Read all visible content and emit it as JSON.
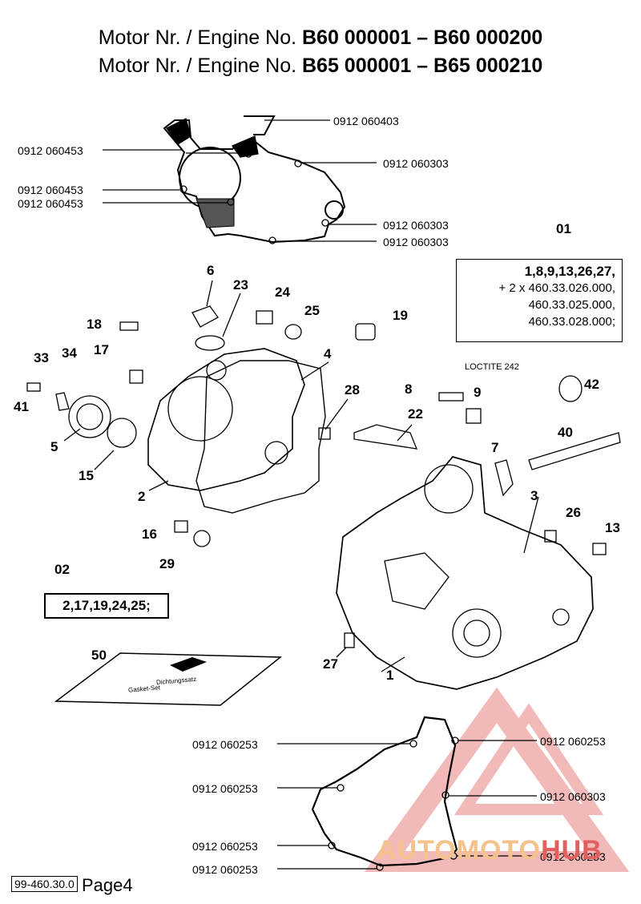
{
  "header": {
    "line1_prefix": "Motor Nr. / Engine No.",
    "line1_range": "B60 000001 – B60 000200",
    "line2_prefix": "Motor Nr. / Engine No.",
    "line2_range": "B65 000001 – B65 000210"
  },
  "top_gasket_labels": {
    "t1": "0912 060403",
    "t2": "0912 060453",
    "t3": "0912 060303",
    "t4": "0912 060453",
    "t5": "0912 060453",
    "t6": "0912 060303",
    "t7": "0912 060303"
  },
  "kit01": {
    "title": "01",
    "line1": "1,8,9,13,26,27,",
    "line2": "+ 2 x 460.33.026.000,",
    "line3": "460.33.025.000,",
    "line4": "460.33.028.000;"
  },
  "kit02": {
    "title": "02",
    "line1": "2,17,19,24,25;"
  },
  "loctite": "LOCTITE 242",
  "part_numbers": {
    "p6": "6",
    "p23": "23",
    "p24": "24",
    "p25": "25",
    "p19": "19",
    "p18": "18",
    "p33": "33",
    "p34": "34",
    "p17": "17",
    "p4": "4",
    "p41": "41",
    "p28": "28",
    "p8": "8",
    "p9": "9",
    "p42": "42",
    "p22": "22",
    "p5": "5",
    "p15": "15",
    "p40": "40",
    "p7": "7",
    "p2": "2",
    "p3": "3",
    "p26": "26",
    "p13": "13",
    "p16": "16",
    "p29": "29",
    "p50": "50",
    "p27": "27",
    "p1": "1"
  },
  "box_text": {
    "b1": "Dichtungssatz",
    "b2": "Gasket-Set"
  },
  "bottom_gasket_labels": {
    "b1": "0912 060253",
    "b2": "0912 060253",
    "b3": "0912 060253",
    "b4": "0912 060253",
    "b5": "0912 060253",
    "b6": "0912 060303",
    "b7": "0912 060253"
  },
  "watermark": {
    "text_a": "AUTOMOTO",
    "text_b": "HUB",
    "color_a": "#f5c28c",
    "color_b": "#e06060"
  },
  "footer": {
    "code": "99-460.30.0",
    "page": "Page4"
  }
}
